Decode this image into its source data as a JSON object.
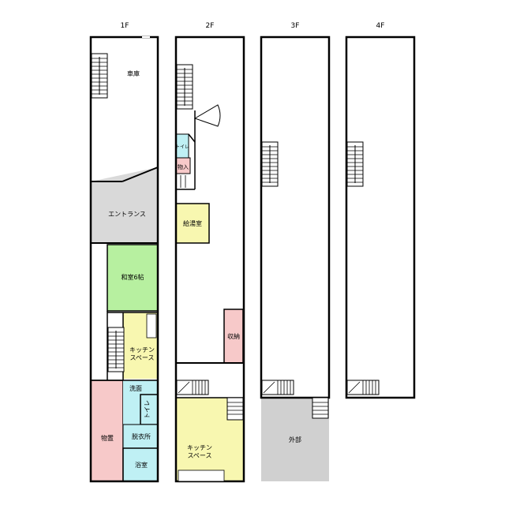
{
  "floors": {
    "f1": "1F",
    "f2": "2F",
    "f3": "3F",
    "f4": "4F"
  },
  "rooms": {
    "garage": "車庫",
    "entrance": "エントランス",
    "washitsu": "和室6帖",
    "kitchen1_line1": "キッチン",
    "kitchen1_line2": "スペース",
    "senmen": "洗面",
    "toilet1": "トイレ",
    "datsuijo": "脱衣所",
    "yokushitsu": "浴室",
    "monooki": "物置",
    "toilet2": "トイレ",
    "monoire": "物入",
    "kyutoshitsu": "給湯室",
    "shuno": "収納",
    "kitchen2_line1": "キッチン",
    "kitchen2_line2": "スペース",
    "gaibu": "外部"
  },
  "colors": {
    "wall": "#000000",
    "entrance": "#d9d9d9",
    "washitsu": "#b7f0a0",
    "kitchen": "#f8f7b0",
    "wet": "#bff0f4",
    "storage": "#f7c9c9",
    "outside": "#d0d0d0"
  }
}
